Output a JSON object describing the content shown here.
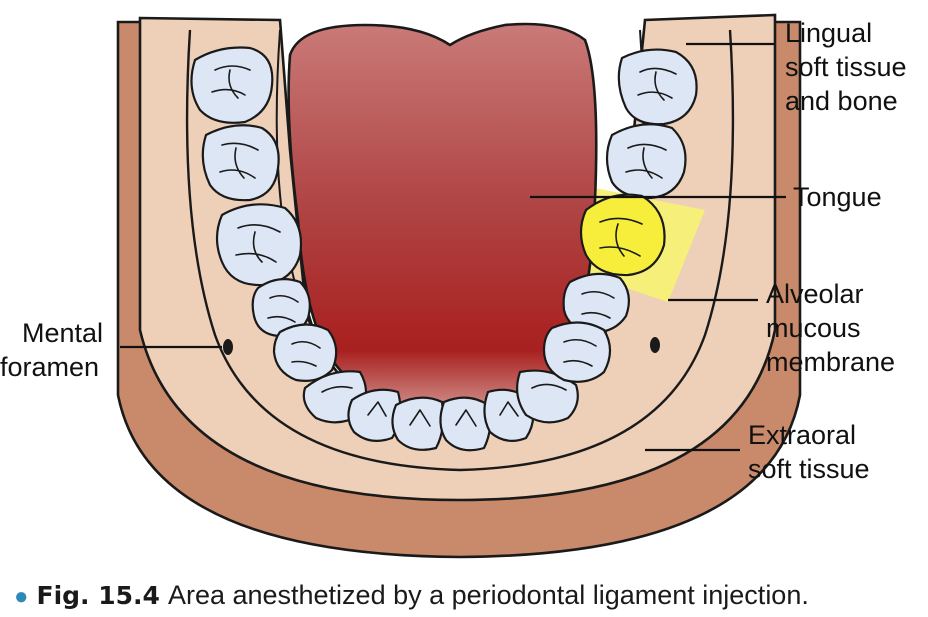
{
  "labels": {
    "lingual": [
      "Lingual",
      "soft tissue",
      "and bone"
    ],
    "tongue": "Tongue",
    "alveolar": [
      "Alveolar",
      "mucous",
      "membrane"
    ],
    "extraoral": [
      "Extraoral",
      "soft tissue"
    ],
    "mental": [
      "Mental",
      "foramen"
    ]
  },
  "caption": {
    "figure_number": "Fig. 15.4",
    "text": "Area anesthetized by a periodontal ligament injection."
  },
  "colors": {
    "extraoral": "#c98a6c",
    "mucosa": "#eecfb8",
    "tongue_top": "#c97a78",
    "tongue_bottom": "#a8201f",
    "tooth": "#dde6f5",
    "anesthetized_area": "#f6f07a",
    "bullet": "#2f88b8"
  }
}
